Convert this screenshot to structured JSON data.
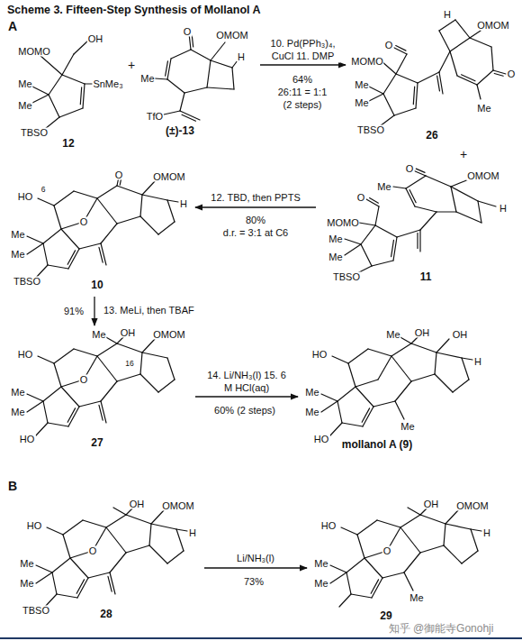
{
  "diagram": {
    "title": "Scheme 3. Fifteen-Step Synthesis of Mollanol A",
    "nodes": [
      {
        "text": [
          "MOMO",
          "OH",
          "Me",
          "Me",
          "TBSO",
          "SnMe₃",
          "12"
        ]
      },
      {
        "text": [
          "O",
          "OMOM",
          "Me",
          "H",
          "TfO",
          "(±)-13"
        ]
      },
      {
        "text": [
          "H",
          "OMOM",
          "MOMO",
          "O",
          "Me",
          "Me",
          "TBSO",
          "O",
          "Me",
          "26"
        ]
      },
      {
        "text": [
          "OMOM",
          "Me",
          "O",
          "H",
          "MOMO",
          "O",
          "Me",
          "Me",
          "TBSO",
          "11"
        ]
      },
      {
        "text": [
          "OMOM",
          "HO",
          "6",
          "O",
          "O",
          "H",
          "Me",
          "Me",
          "TBSO",
          "10"
        ]
      },
      {
        "text": [
          "Me",
          "OH",
          "OMOM",
          "16",
          "HO",
          "O",
          "Me",
          "Me",
          "HO",
          "27"
        ]
      },
      {
        "text": [
          "HO",
          "Me",
          "OH",
          "OH",
          "H",
          "Me",
          "Me",
          "Me",
          "HO",
          "mollanol A (9)"
        ]
      },
      {
        "text": [
          "OH",
          "OMOM",
          "HO",
          "O",
          "H",
          "Me",
          "Me",
          "TBSO",
          "28"
        ]
      },
      {
        "text": [
          "OH",
          "OMOM",
          "HO",
          "O",
          "H",
          "Me",
          "Me",
          "Me",
          "29"
        ]
      }
    ],
    "edges": [
      {
        "from": 1,
        "to": 2,
        "arrow": "to",
        "label": "10. Pd(PPh₃)₄, CuCl 11. DMP"
      },
      {
        "from": 3,
        "to": 4,
        "arrow": "to",
        "label": "12. TBD, then PPTS"
      },
      {
        "from": 4,
        "to": 5,
        "arrow": "to",
        "label": "13. MeLi, then TBAF"
      },
      {
        "from": 5,
        "to": 6,
        "arrow": "to",
        "label": "14. Li/NH₃(l) 15. 6 M HCl(aq)"
      },
      {
        "from": 7,
        "to": 8,
        "arrow": "to",
        "label": "Li/NH₃(l)"
      }
    ],
    "labels": [
      "+",
      "64%",
      "26:11 = 1:1",
      "(2 steps)",
      "+",
      "80%",
      "d.r. = 3:1 at C6",
      "91%",
      "60% (2 steps)",
      "73%",
      "A",
      "B",
      "知乎 @御能寺Gonohji"
    ]
  }
}
